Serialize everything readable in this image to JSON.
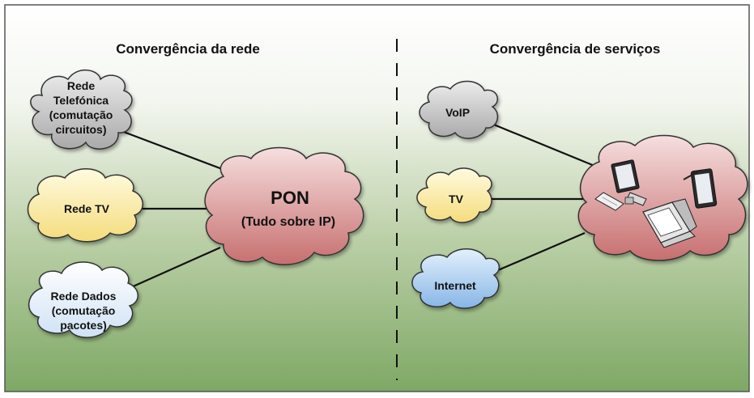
{
  "left_section": {
    "title": "Convergência da rede",
    "clouds": {
      "telephone": {
        "lines": [
          "Rede",
          "Telefónica",
          "(comutação",
          "circuitos)"
        ],
        "fill": "#c9c9c9"
      },
      "tv": {
        "lines": [
          "Rede TV"
        ],
        "fill": "#fbf2b0"
      },
      "data": {
        "lines": [
          "Rede Dados",
          "(comutação",
          "pacotes)"
        ],
        "fill": "#e4f0fb"
      }
    },
    "pon": {
      "title": "PON",
      "subtitle": "(Tudo sobre IP)",
      "fill": "#d88f8f"
    }
  },
  "right_section": {
    "title": "Convergência de serviços",
    "clouds": {
      "voip": {
        "label": "VoIP",
        "fill": "#c9c9c9"
      },
      "tv": {
        "label": "TV",
        "fill": "#fbe49a"
      },
      "internet": {
        "label": "Internet",
        "fill": "#a9cdef"
      }
    },
    "devices": {
      "fill": "#d88f8f",
      "icons": [
        "monitor-icon",
        "tablet-icon",
        "keyboard-icon",
        "computer-icon"
      ]
    }
  },
  "colors": {
    "background_top": "#ffffff",
    "background_bottom": "#7ea865",
    "border": "#555555",
    "connector": "#111111"
  }
}
